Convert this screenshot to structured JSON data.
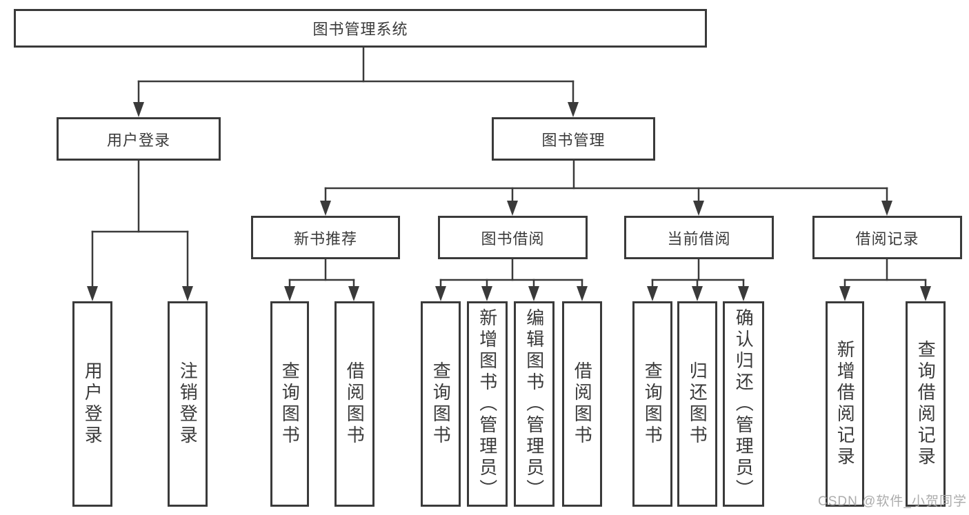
{
  "watermark": "CSDN @软件_小贺同学",
  "colors": {
    "line": "#3a3a3a",
    "box_border": "#3a3a3a",
    "text": "#3a3a3a",
    "background": "#ffffff",
    "watermark": "#a8a8a8"
  },
  "tree": {
    "root": {
      "label": "图书管理系统"
    },
    "branches": [
      {
        "label": "用户登录",
        "leaves": [
          {
            "label": "用户登录"
          },
          {
            "label": "注销登录"
          }
        ]
      },
      {
        "label": "图书管理",
        "groups": [
          {
            "label": "新书推荐",
            "leaves": [
              {
                "label": "查询图书"
              },
              {
                "label": "借阅图书"
              }
            ]
          },
          {
            "label": "图书借阅",
            "leaves": [
              {
                "label": "查询图书"
              },
              {
                "label": "新增图书（管理员）"
              },
              {
                "label": "编辑图书（管理员）"
              },
              {
                "label": "借阅图书"
              }
            ]
          },
          {
            "label": "当前借阅",
            "leaves": [
              {
                "label": "查询图书"
              },
              {
                "label": "归还图书"
              },
              {
                "label": "确认归还（管理员）"
              }
            ]
          },
          {
            "label": "借阅记录",
            "leaves": [
              {
                "label": "新增借阅记录"
              },
              {
                "label": "查询借阅记录"
              }
            ]
          }
        ]
      }
    ]
  }
}
